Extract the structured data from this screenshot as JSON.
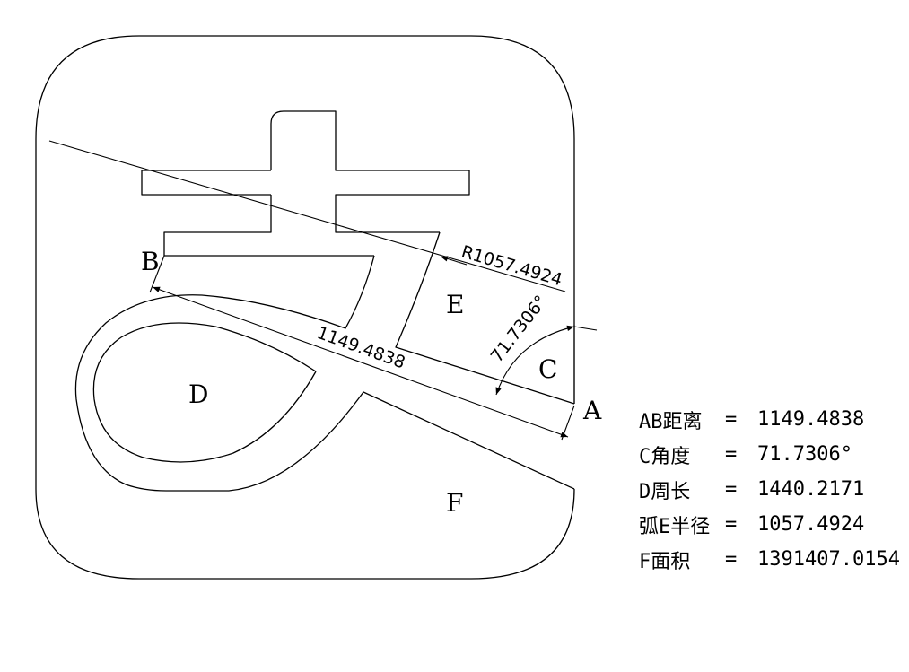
{
  "labels": {
    "A": "A",
    "B": "B",
    "C": "C",
    "D": "D",
    "E": "E",
    "F": "F"
  },
  "dimensions": {
    "radius": "R1057.4924",
    "angle": "71.7306°",
    "distance": "1149.4838"
  },
  "results": [
    {
      "key": "AB距离",
      "eq": "=",
      "value": "1149.4838"
    },
    {
      "key": "C角度",
      "eq": "=",
      "value": "71.7306°"
    },
    {
      "key": "D周长",
      "eq": "=",
      "value": "1440.2171"
    },
    {
      "key": "弧E半径",
      "eq": "=",
      "value": "1057.4924"
    },
    {
      "key": "F面积",
      "eq": "=",
      "value": "1391407.0154"
    }
  ]
}
